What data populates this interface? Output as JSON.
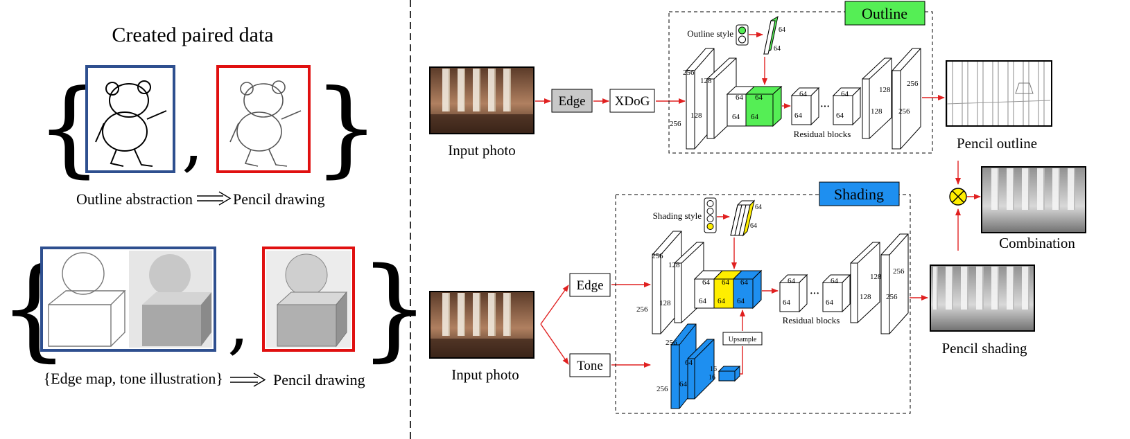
{
  "left_panel": {
    "title": "Created paired data",
    "pair1_left_label": "Outline abstraction",
    "pair1_right_label": "Pencil drawing",
    "pair2_left_label": "{Edge map, tone illustration}",
    "pair2_right_label": "Pencil drawing",
    "brace_open": "{",
    "brace_close": "}",
    "comma": ","
  },
  "outline_branch": {
    "title": "Outline",
    "title_color": "#55ee55",
    "input_label": "Input photo",
    "edge_label": "Edge",
    "xdog_label": "XDoG",
    "style_label": "Outline style",
    "residual_label": "Residual blocks",
    "output_label": "Pencil outline",
    "dims": {
      "d256": "256",
      "d128": "128",
      "d64": "64",
      "dots": "···"
    }
  },
  "shading_branch": {
    "title": "Shading",
    "title_color": "#1e8ff0",
    "input_label": "Input photo",
    "edge_label": "Edge",
    "tone_label": "Tone",
    "style_label": "Shading style",
    "upsample_label": "Upsample",
    "residual_label": "Residual blocks",
    "output_label": "Pencil shading",
    "d16": "16"
  },
  "combination_label": "Combination",
  "colors": {
    "arrow": "#e02020",
    "blue_frame": "#2e4f8f",
    "red_frame": "#e01010",
    "green": "#55ee55",
    "yellow": "#ffee00",
    "blue": "#1e8ff0",
    "edge_box_fill": "#c8c8c8",
    "combine_fill": "#ffee00"
  }
}
